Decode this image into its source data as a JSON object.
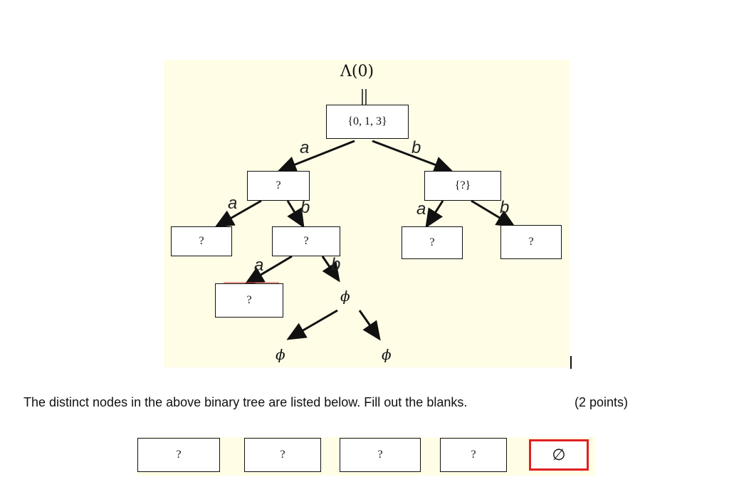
{
  "tree": {
    "root_label": "Λ(0)",
    "nodes": {
      "root": "{0, 1, 3}",
      "a": "?",
      "b": "{?}",
      "aa": "?",
      "ab": "?",
      "ba": "?",
      "bb": "?",
      "aba": "?",
      "abb": "ϕ",
      "abba": "ϕ",
      "abbb": "ϕ"
    },
    "edge_labels": {
      "a": "a",
      "b": "b"
    }
  },
  "question": {
    "text": "The distinct nodes in the above binary tree are listed below. Fill out the blanks.",
    "points": "(2 points)"
  },
  "answers": [
    "?",
    "?",
    "?",
    "?",
    "∅"
  ],
  "colors": {
    "panel_bg": "#fffde6",
    "highlight_border": "#e02020"
  }
}
